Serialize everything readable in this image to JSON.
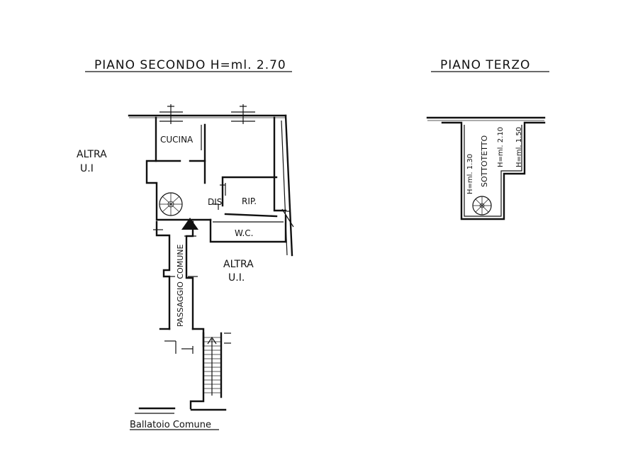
{
  "titles": {
    "second_floor": "PIANO SECONDO H=ml. 2.70",
    "third_floor": "PIANO TERZO"
  },
  "rooms": {
    "kitchen": "CUCINA",
    "hall": "DIS",
    "storage": "RIP.",
    "wc": "W.C."
  },
  "neighbors": {
    "left_line1": "ALTRA",
    "left_line2": "U.I",
    "right_line1": "ALTRA",
    "right_line2": "U.I."
  },
  "corridor": {
    "shared_passage": "PASSAGGIO COMUNE",
    "shared_balcony": "Ballatoio Comune"
  },
  "attic": {
    "label": "SOTTOTETTO",
    "height_low": "H=ml. 1.30",
    "height_mid": "H=ml. 2.10",
    "height_high": "H=ml. 1.50"
  }
}
